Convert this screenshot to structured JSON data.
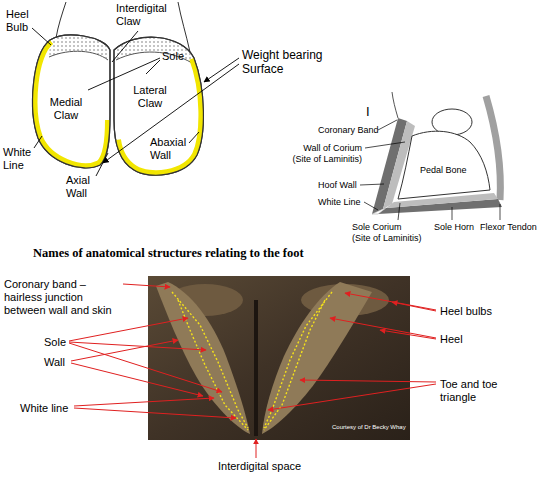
{
  "diagram": {
    "title": "Names of anatomical structures relating to the foot",
    "labels": [
      "Heel Bulb",
      "Interdigital Claw",
      "Sole",
      "Weight bearing Surface",
      "Medial Claw",
      "Lateral Claw",
      "White Line",
      "Abaxial Wall",
      "Axial Wall",
      "I",
      "Coronary Band",
      "Wall of Corium (Site of Laminitis)",
      "Pedal Bone",
      "Hoof Wall",
      "White Line",
      "Sole Corium (Site of Laminitis)",
      "Sole Horn",
      "Flexor Tendon",
      "Coronary band – hairless junction between wall and skin",
      "Heel bulbs",
      "Heel",
      "Sole",
      "Wall",
      "Toe and toe triangle",
      "White line",
      "Interdigital space",
      "Courtesy of Dr Becky Whay"
    ]
  }
}
